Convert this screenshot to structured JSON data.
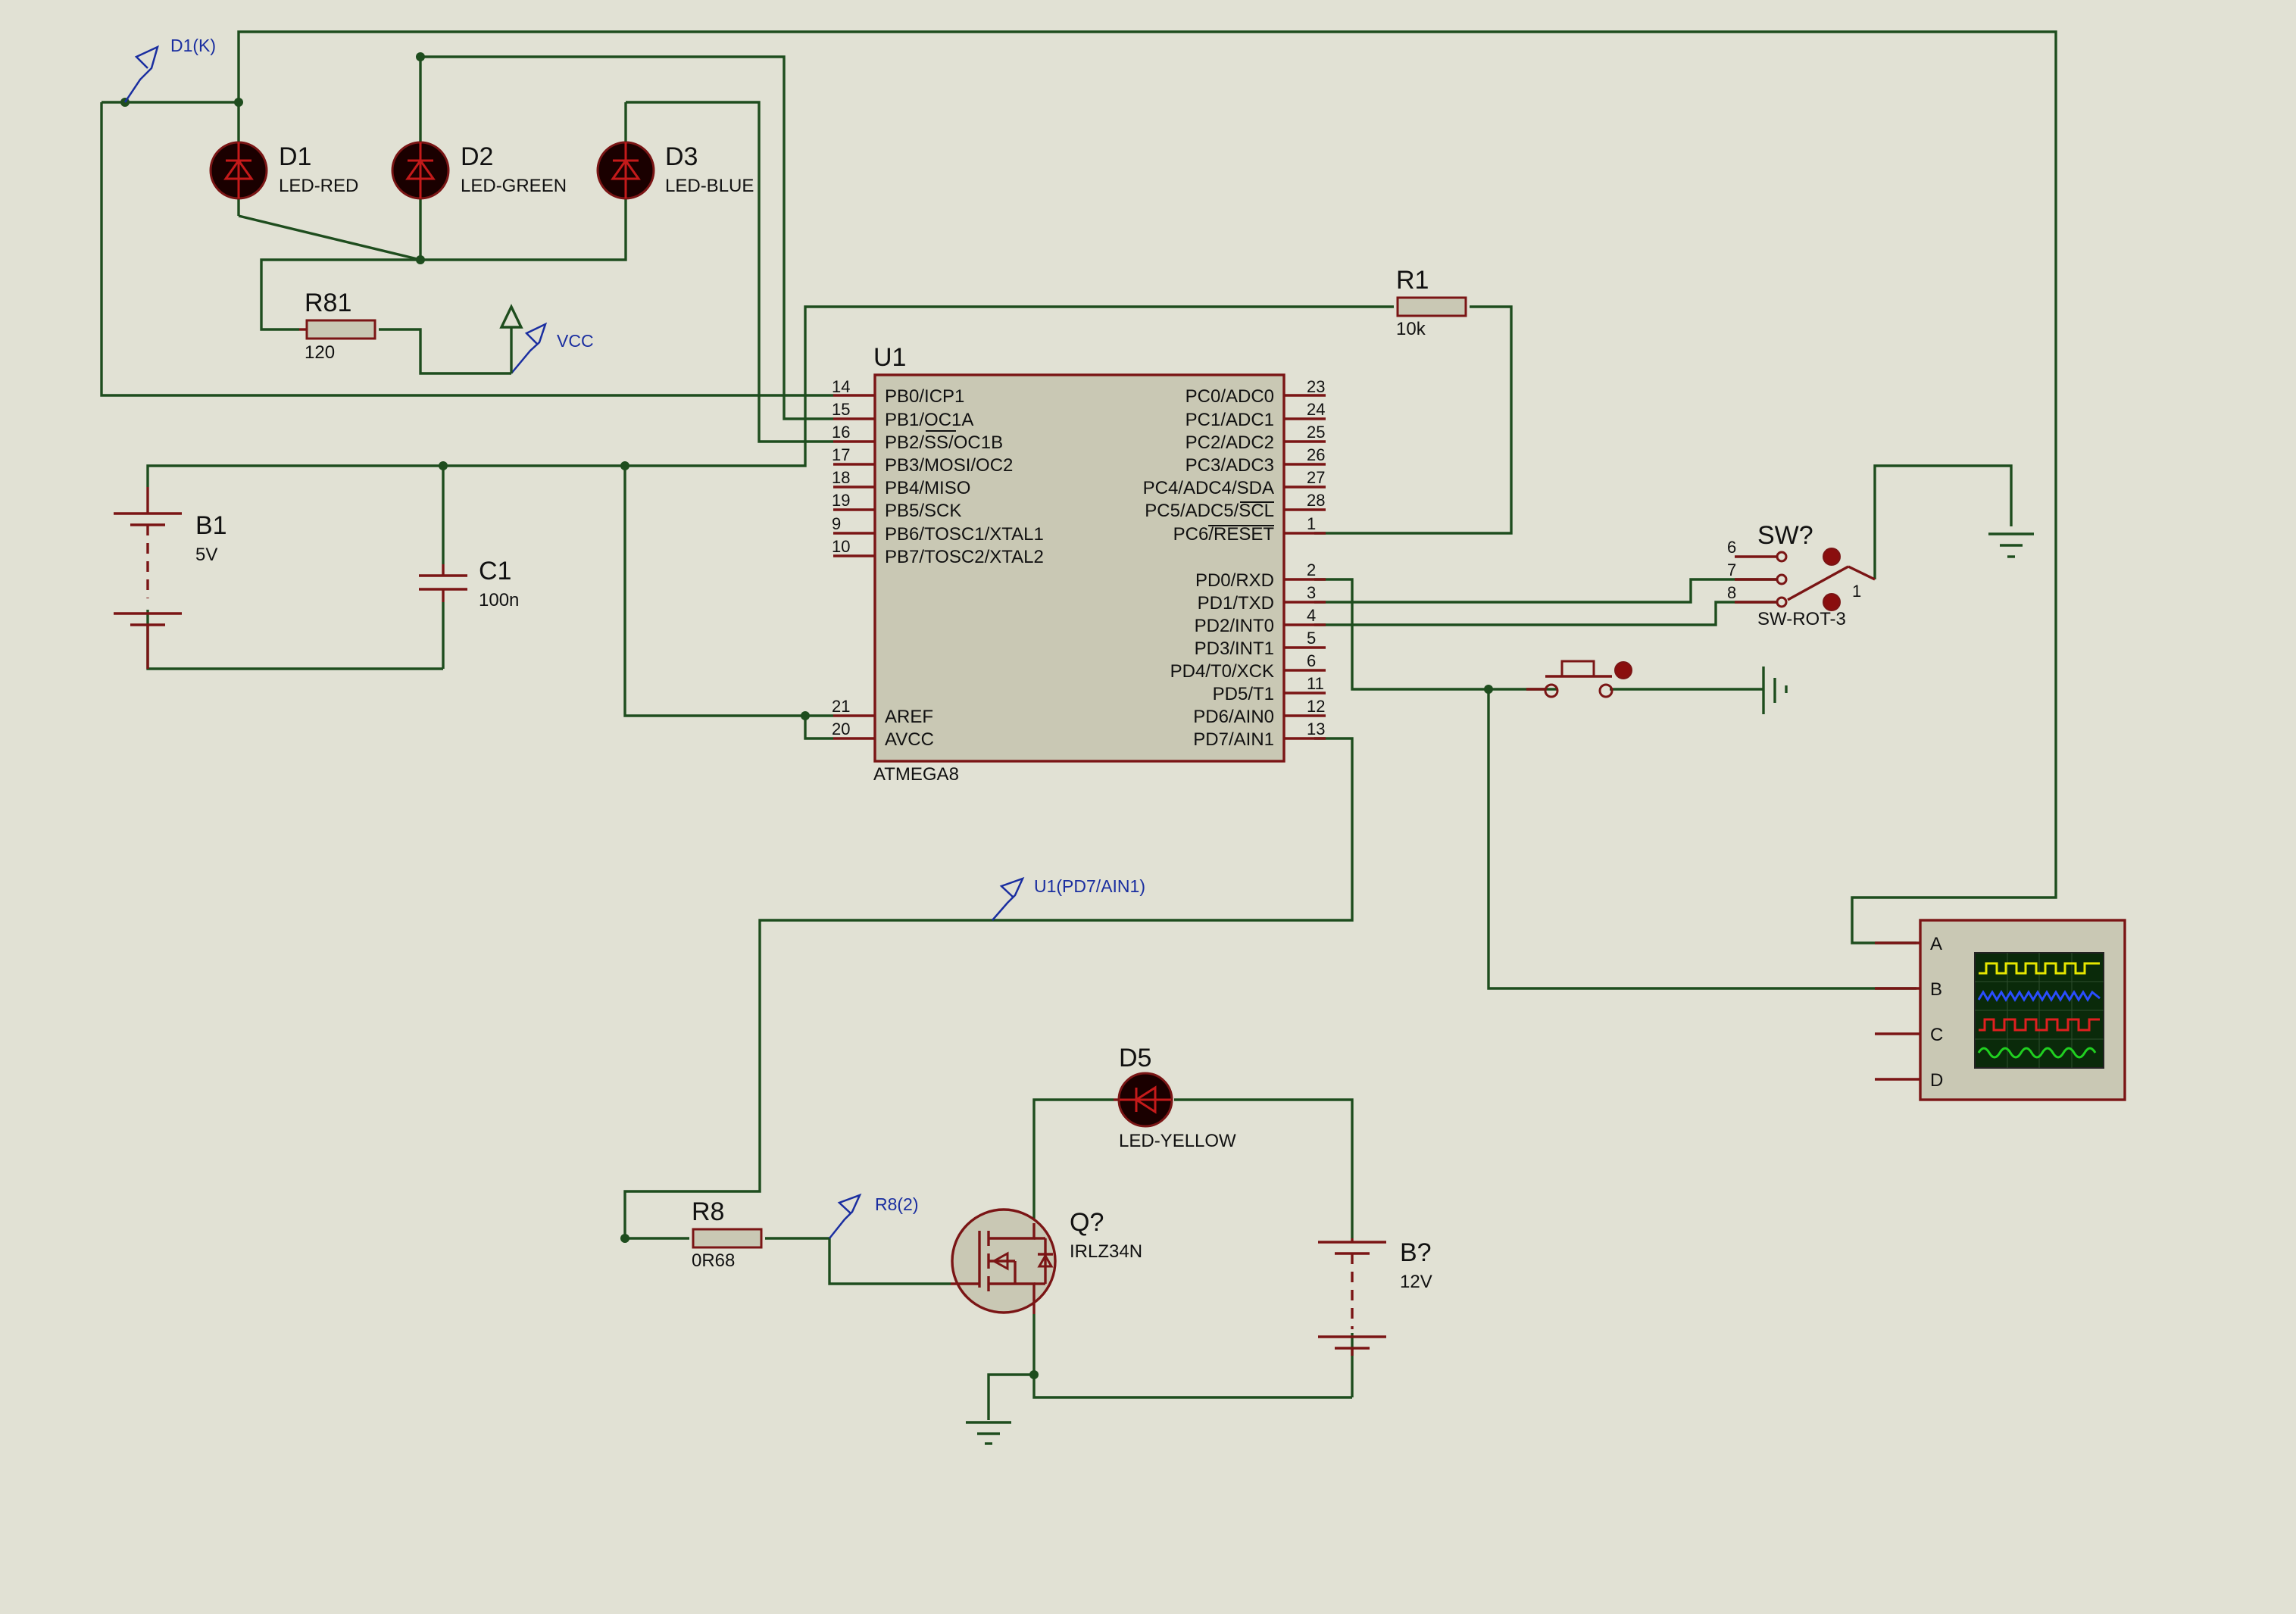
{
  "colors": {
    "background": "#e1e1d4",
    "wire": "#1e4d1e",
    "component": "#7a1515",
    "chip_fill": "#c9c8b4",
    "probe": "#1a2ea0"
  },
  "probes": {
    "d1k": "D1(K)",
    "vcc": "VCC",
    "pd7": "U1(PD7/AIN1)",
    "r8": "R8(2)"
  },
  "leds": {
    "d1": {
      "ref": "D1",
      "value": "LED-RED"
    },
    "d2": {
      "ref": "D2",
      "value": "LED-GREEN"
    },
    "d3": {
      "ref": "D3",
      "value": "LED-BLUE"
    },
    "d5": {
      "ref": "D5",
      "value": "LED-YELLOW"
    }
  },
  "resistors": {
    "r81": {
      "ref": "R81",
      "value": "120"
    },
    "r1": {
      "ref": "R1",
      "value": "10k"
    },
    "r8": {
      "ref": "R8",
      "value": "0R68"
    }
  },
  "batteries": {
    "b1": {
      "ref": "B1",
      "value": "5V"
    },
    "b2": {
      "ref": "B?",
      "value": "12V"
    }
  },
  "capacitor": {
    "ref": "C1",
    "value": "100n"
  },
  "mosfet": {
    "ref": "Q?",
    "value": "IRLZ34N"
  },
  "switch": {
    "ref": "SW?",
    "value": "SW-ROT-3",
    "pins": [
      "6",
      "7",
      "8",
      "1"
    ]
  },
  "scope": {
    "channels": [
      "A",
      "B",
      "C",
      "D"
    ]
  },
  "chip": {
    "ref": "U1",
    "part": "ATMEGA8",
    "left_pins": [
      {
        "num": "14",
        "name": "PB0/ICP1"
      },
      {
        "num": "15",
        "name": "PB1/OC1A"
      },
      {
        "num": "16",
        "name": "PB2/SS/OC1B"
      },
      {
        "num": "17",
        "name": "PB3/MOSI/OC2"
      },
      {
        "num": "18",
        "name": "PB4/MISO"
      },
      {
        "num": "19",
        "name": "PB5/SCK"
      },
      {
        "num": "9",
        "name": "PB6/TOSC1/XTAL1"
      },
      {
        "num": "10",
        "name": "PB7/TOSC2/XTAL2"
      }
    ],
    "power_pins": [
      {
        "num": "21",
        "name": "AREF"
      },
      {
        "num": "20",
        "name": "AVCC"
      }
    ],
    "right_pins": [
      {
        "num": "23",
        "name": "PC0/ADC0"
      },
      {
        "num": "24",
        "name": "PC1/ADC1"
      },
      {
        "num": "25",
        "name": "PC2/ADC2"
      },
      {
        "num": "26",
        "name": "PC3/ADC3"
      },
      {
        "num": "27",
        "name": "PC4/ADC4/SDA"
      },
      {
        "num": "28",
        "name": "PC5/ADC5/SCL"
      },
      {
        "num": "1",
        "name": "PC6/RESET"
      },
      {
        "num": "2",
        "name": "PD0/RXD"
      },
      {
        "num": "3",
        "name": "PD1/TXD"
      },
      {
        "num": "4",
        "name": "PD2/INT0"
      },
      {
        "num": "5",
        "name": "PD3/INT1"
      },
      {
        "num": "6",
        "name": "PD4/T0/XCK"
      },
      {
        "num": "11",
        "name": "PD5/T1"
      },
      {
        "num": "12",
        "name": "PD6/AIN0"
      },
      {
        "num": "13",
        "name": "PD7/AIN1"
      }
    ]
  }
}
